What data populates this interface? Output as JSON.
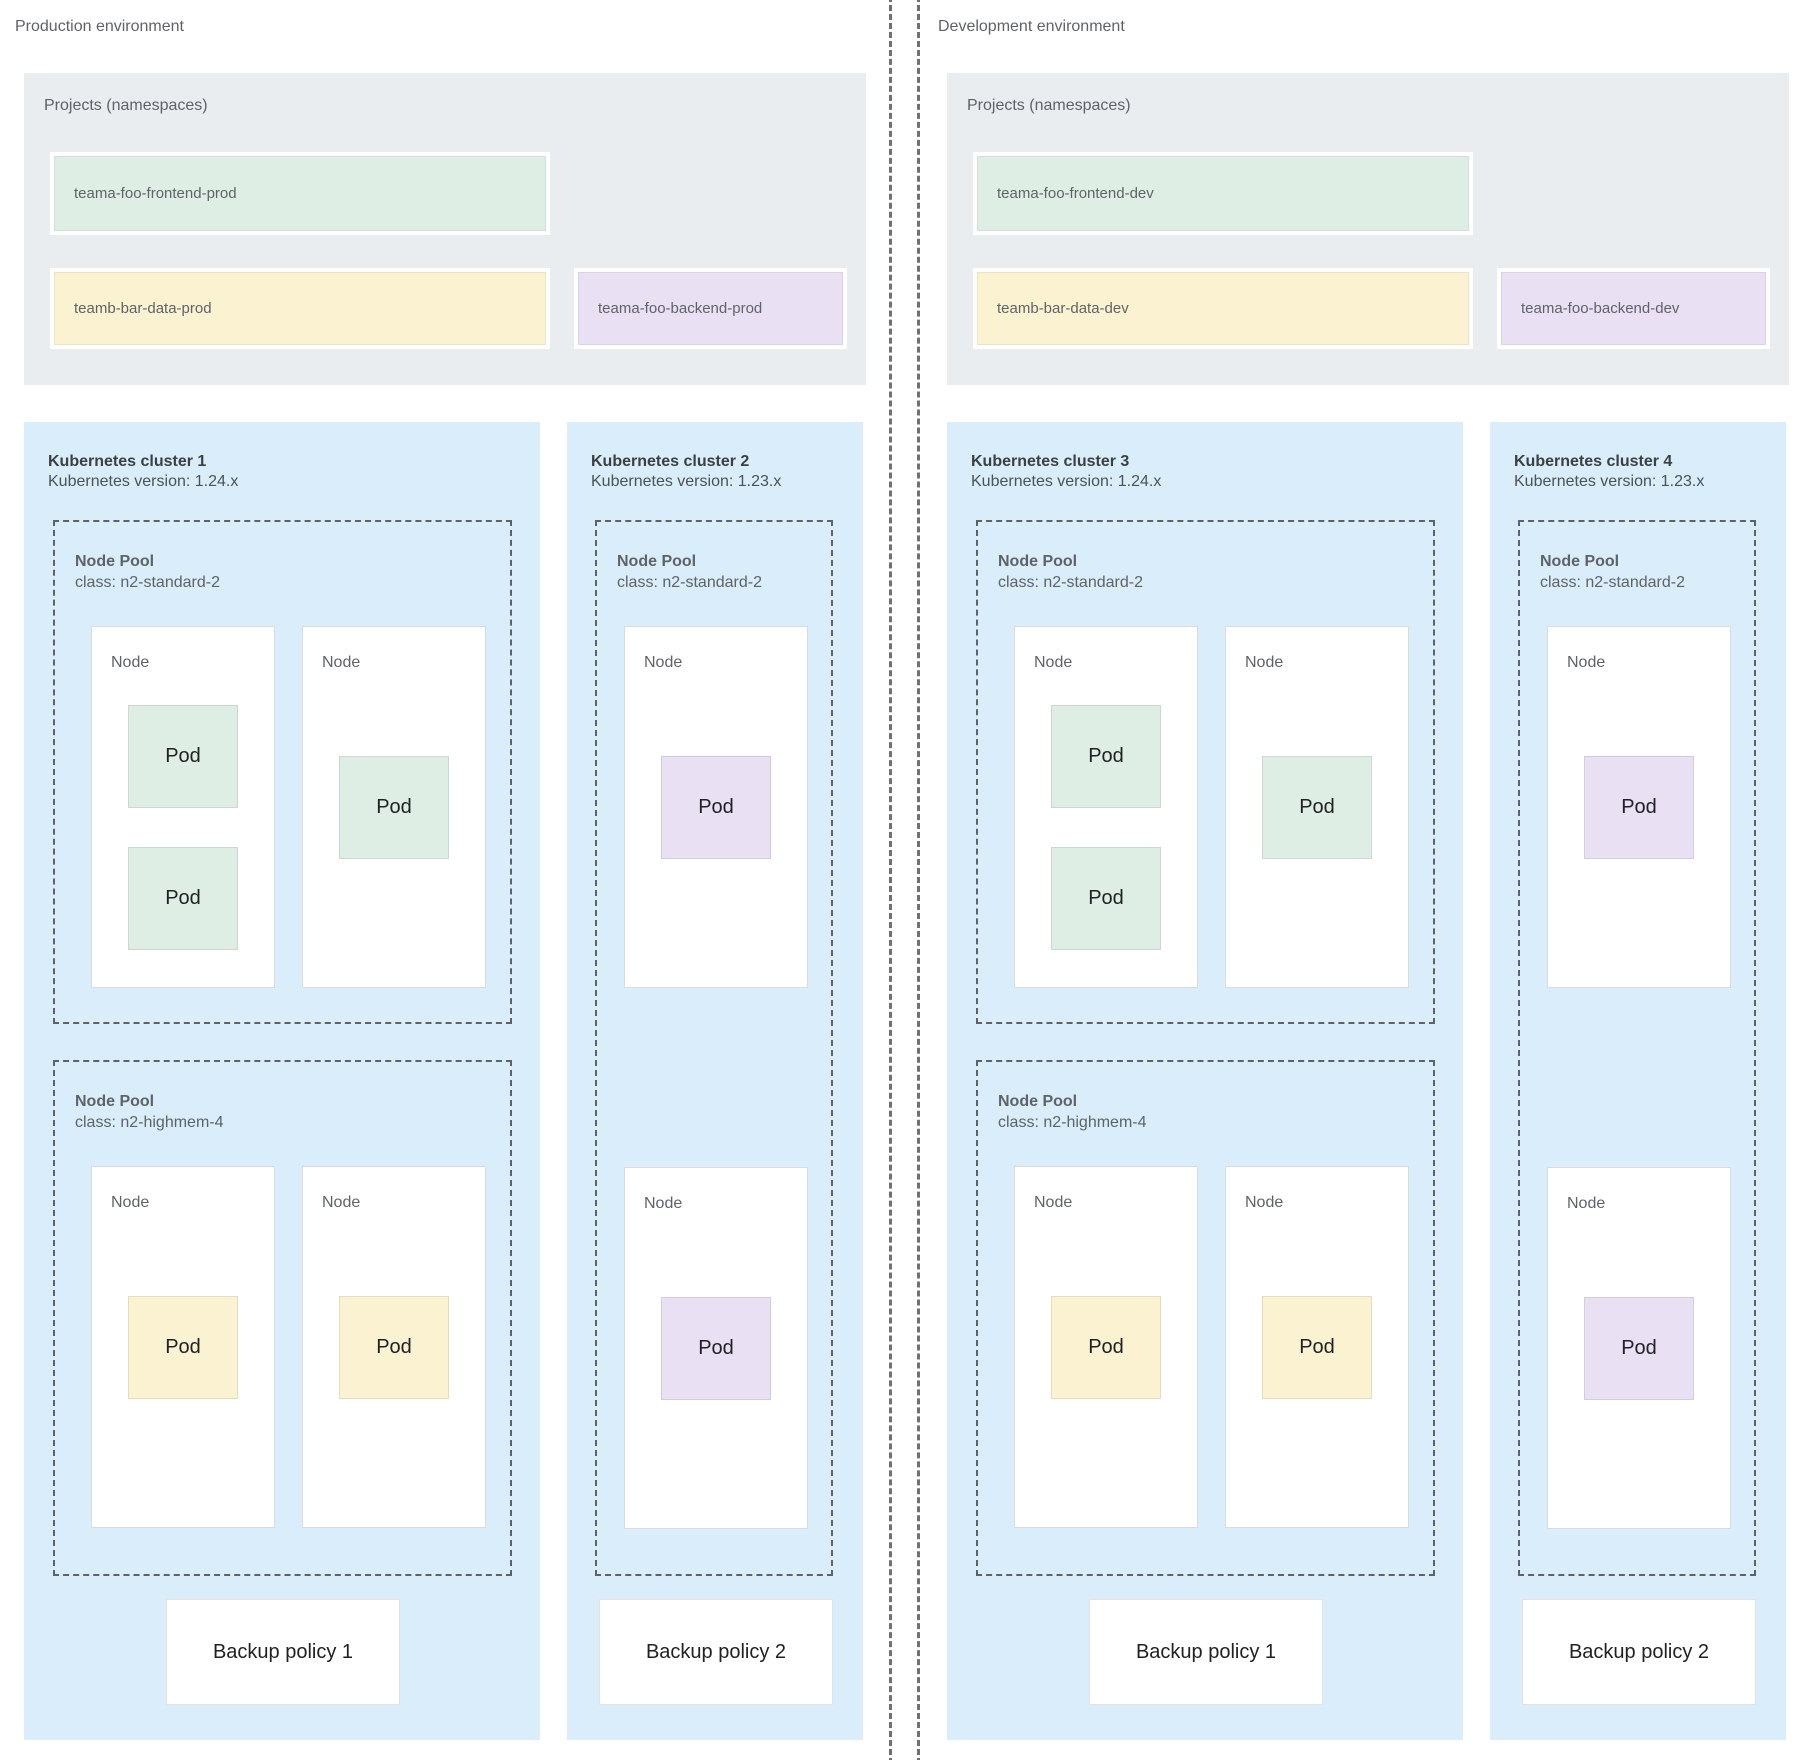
{
  "labels": {
    "node": "Node",
    "pod": "Pod"
  },
  "colors": {
    "cluster_background": "#d9edfa",
    "projects_background": "#e9edf0",
    "frontend_green": "#dfeee5",
    "data_yellow": "#fbf2d2",
    "backend_purple": "#e9e0f4"
  },
  "environments": [
    {
      "title": "Production environment",
      "projects": {
        "label": "Projects (namespaces)",
        "items": [
          {
            "name": "teama-foo-frontend-prod"
          },
          {
            "name": "teamb-bar-data-prod"
          },
          {
            "name": "teama-foo-backend-prod"
          }
        ]
      },
      "clusters": [
        {
          "name": "Kubernetes cluster 1",
          "version": "Kubernetes version: 1.24.x",
          "pools": [
            {
              "title": "Node Pool",
              "class_line": "class: n2-standard-2"
            },
            {
              "title": "Node Pool",
              "class_line": "class: n2-highmem-4"
            }
          ],
          "backup_policy": "Backup policy 1"
        },
        {
          "name": "Kubernetes cluster 2",
          "version": "Kubernetes version: 1.23.x",
          "pools": [
            {
              "title": "Node Pool",
              "class_line": "class: n2-standard-2"
            }
          ],
          "backup_policy": "Backup policy 2"
        }
      ]
    },
    {
      "title": "Development environment",
      "projects": {
        "label": "Projects (namespaces)",
        "items": [
          {
            "name": "teama-foo-frontend-dev"
          },
          {
            "name": "teamb-bar-data-dev"
          },
          {
            "name": "teama-foo-backend-dev"
          }
        ]
      },
      "clusters": [
        {
          "name": "Kubernetes cluster 3",
          "version": "Kubernetes version: 1.24.x",
          "pools": [
            {
              "title": "Node Pool",
              "class_line": "class: n2-standard-2"
            },
            {
              "title": "Node Pool",
              "class_line": "class: n2-highmem-4"
            }
          ],
          "backup_policy": "Backup policy 1"
        },
        {
          "name": "Kubernetes cluster 4",
          "version": "Kubernetes version: 1.23.x",
          "pools": [
            {
              "title": "Node Pool",
              "class_line": "class: n2-standard-2"
            }
          ],
          "backup_policy": "Backup policy 2"
        }
      ]
    }
  ]
}
